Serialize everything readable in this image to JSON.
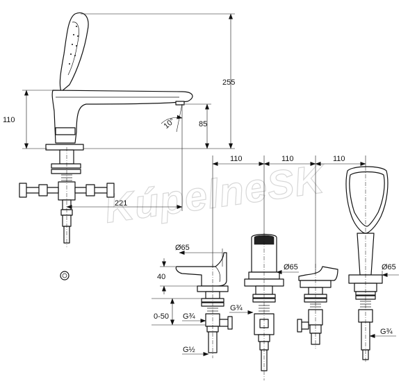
{
  "watermark": "KúpelneSK",
  "dimensions": {
    "total_height": "255",
    "spout_height": "110",
    "outlet_height": "85",
    "angle": "10°",
    "projection": "221",
    "spacing_1": "110",
    "spacing_2": "110",
    "spacing_3": "110",
    "diam_valve_left": "Ø65",
    "diam_spout": "Ø65",
    "diam_shower": "Ø65",
    "handle_height": "40",
    "deck_range": "0-50",
    "thread_left": "G¾",
    "thread_spout": "G¾",
    "thread_shower": "G¾",
    "thread_half": "G½"
  }
}
